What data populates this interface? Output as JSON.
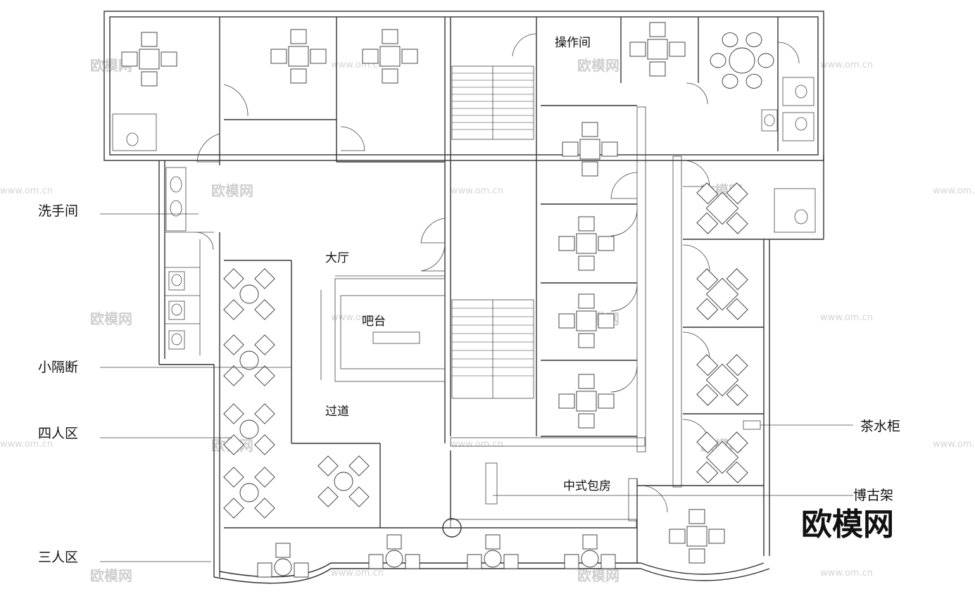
{
  "callouts": {
    "washroom": "洗手间",
    "small_partition": "小隔断",
    "four_person_area": "四人区",
    "three_person_area": "三人区",
    "tea_cabinet": "茶水柜",
    "antique_shelf": "博古架"
  },
  "rooms": {
    "operation_room": "操作间",
    "lobby": "大厅",
    "bar": "吧台",
    "corridor": "过道",
    "chinese_private_room": "中式包房"
  },
  "watermark": {
    "brand": "欧模网",
    "site": "www.om.cn"
  }
}
